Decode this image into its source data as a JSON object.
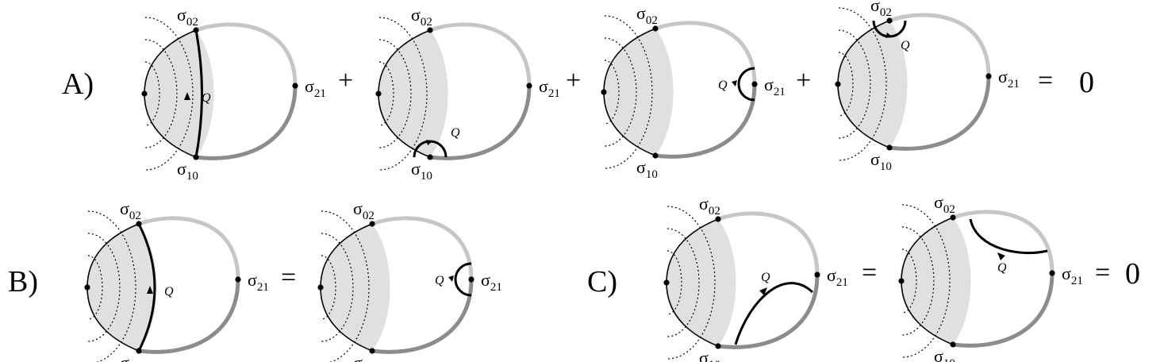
{
  "rows": {
    "A": {
      "label": "A)",
      "operators": [
        "+",
        "+",
        "+",
        "="
      ],
      "result": "0"
    },
    "B": {
      "label": "B)",
      "operators": [
        "="
      ]
    },
    "C": {
      "label": "C)",
      "operators": [
        "=",
        "="
      ],
      "result": "0"
    }
  },
  "labels": {
    "sigma": "σ",
    "s02": "02",
    "s21": "21",
    "s10": "10",
    "Q": "Q"
  },
  "colors": {
    "shade": "#e0e0e0",
    "light_edge": "#c6c6c6",
    "dark_edge": "#8c8c8c",
    "ink": "#000000"
  }
}
